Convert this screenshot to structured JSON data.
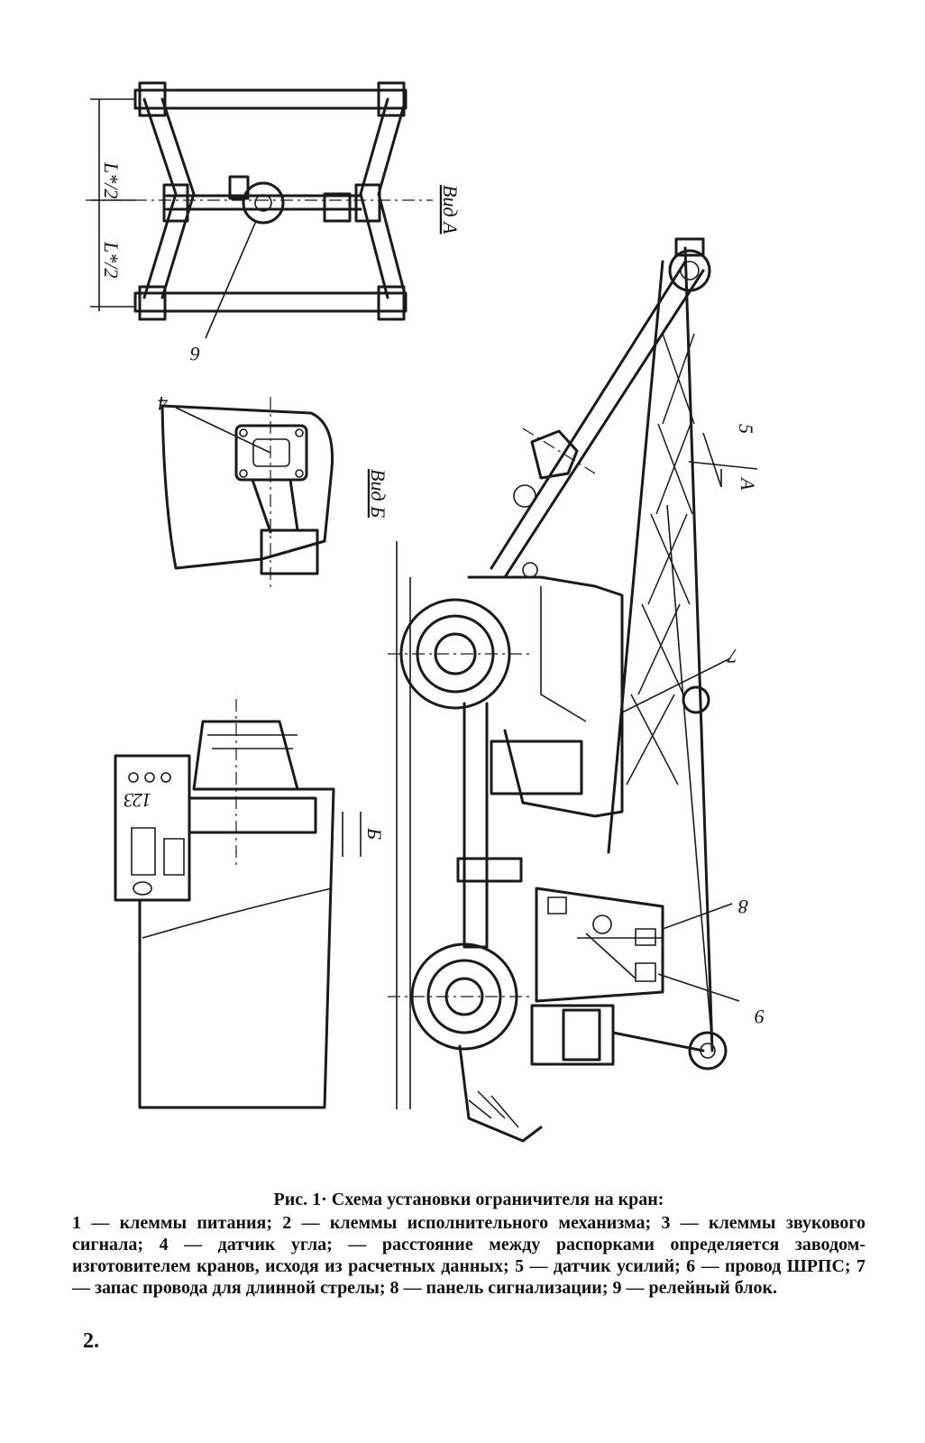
{
  "figure": {
    "view_a_label": "Вид А",
    "view_b_label": "Вид Б",
    "dimension_label_top": "L*/2",
    "dimension_label_bottom": "L*/2",
    "section_mark": "Б",
    "arrow_mark": "А",
    "callouts": {
      "c1": "1",
      "c2": "2",
      "c3": "3",
      "c4": "4",
      "c5": "5",
      "c6": "6",
      "c7": "7",
      "c8": "8",
      "c9": "9",
      "c6b": "6"
    }
  },
  "caption": {
    "title": "Рис. 1· Схема установки ограничителя на кран:",
    "body": "1 — клеммы питания; 2 — клеммы исполнительного механизма; 3 — клеммы звукового сигнала; 4 — датчик угла; — расстояние между распорками определяется заводом-изготовителем кранов, исходя из расчетных данных; 5 — датчик усилий; 6 — провод ШРПС; 7 — запас провода для длинной стрелы; 8 — панель сигнализации; 9 — релейный блок."
  },
  "page_number": "2."
}
